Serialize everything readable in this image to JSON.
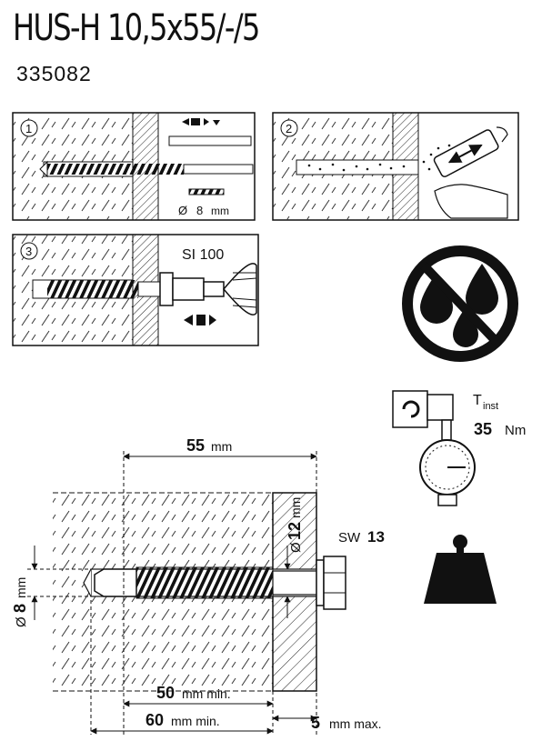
{
  "header": {
    "title": "HUS-H 10,5x55/-/5",
    "code": "335082"
  },
  "steps": [
    {
      "number": "1",
      "drill_diameter_label": "Ø",
      "drill_diameter_value": "8",
      "drill_diameter_unit": "mm"
    },
    {
      "number": "2"
    },
    {
      "number": "3",
      "tool_label": "SI 100"
    }
  ],
  "torque": {
    "symbol": "T",
    "subscript": "inst",
    "value": "35",
    "unit": "Nm"
  },
  "dimensions": {
    "embed_depth_value": "55",
    "embed_depth_unit": "mm",
    "hole_diameter_label": "Ø",
    "hole_diameter_value": "12",
    "hole_diameter_unit": "mm",
    "drill_diameter_label": "Ø",
    "drill_diameter_value": "8",
    "drill_diameter_unit": "mm",
    "wrench_label": "SW",
    "wrench_value": "13",
    "min_embed_value": "50",
    "min_embed_unit": "mm min.",
    "min_hole_value": "60",
    "min_hole_unit": "mm min.",
    "max_fixture_value": "5",
    "max_fixture_unit": "mm max."
  }
}
